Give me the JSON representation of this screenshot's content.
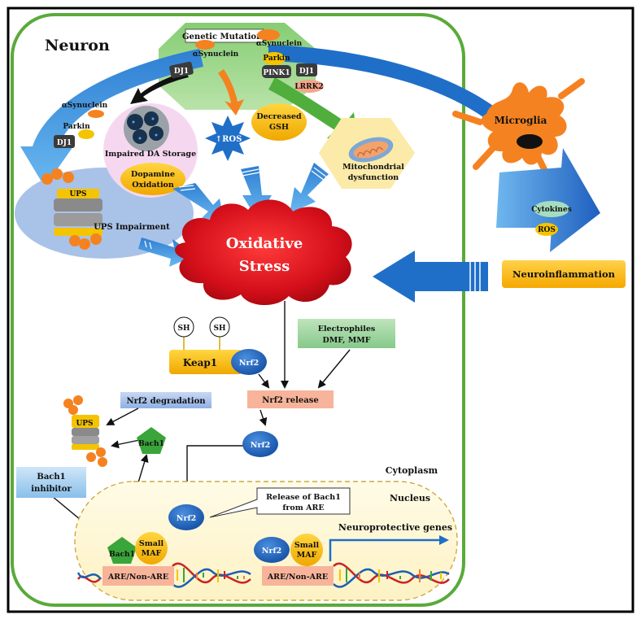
{
  "title": "Neuron",
  "genetic_mutations": "Genetic Mutations",
  "labels": {
    "asyn_top": "αSynuclein",
    "asyn_right": "αSynuclein",
    "parkin_right": "Parkin",
    "pink1": "PINK1",
    "dj1_right": "DJ1",
    "lrrk2": "LRRK2",
    "dj1_mid": "DJ1",
    "asyn_left": "αSynuclein",
    "parkin_left": "Parkin",
    "dj1_left": "DJ1",
    "impaired_da": "Impaired DA Storage",
    "dopamine_ox_1": "Dopamine",
    "dopamine_ox_2": "Oxidation",
    "ros_star": "↑ROS",
    "decreased_gsh_1": "Decreased",
    "decreased_gsh_2": "GSH",
    "mito_1": "Mitochondrial",
    "mito_2": "dysfunction",
    "ups_top": "UPS",
    "ups_impairment": "UPS Impairment",
    "oxidative_1": "Oxidative",
    "oxidative_2": "Stress",
    "microglia": "Microglia",
    "cytokines": "Cytokines",
    "ros_blue": "ROS",
    "neuroinflammation": "Neuroinflammation",
    "sh1": "SH",
    "sh2": "SH",
    "keap1": "Keap1",
    "nrf2_a": "Nrf2",
    "electrophiles_1": "Electrophiles",
    "electrophiles_2": "DMF, MMF",
    "nrf2_degradation": "Nrf2 degradation",
    "nrf2_release": "Nrf2 release",
    "ups_low": "UPS",
    "bach1_top": "Bach1",
    "nrf2_b": "Nrf2",
    "bach1_inhibitor_1": "Bach1",
    "bach1_inhibitor_2": "inhibitor",
    "cytoplasm": "Cytoplasm",
    "nucleus": "Nucleus",
    "release_bach1_1": "Release of Bach1",
    "release_bach1_2": "from ARE",
    "nrf2_c": "Nrf2",
    "neuroprotective": "Neuroprotective genes",
    "bach1_low": "Bach1",
    "small_maf_1a": "Small",
    "small_maf_1b": "MAF",
    "nrf2_d": "Nrf2",
    "small_maf_2a": "Small",
    "small_maf_2b": "MAF",
    "are_1": "ARE/Non-ARE",
    "are_2": "ARE/Non-ARE"
  },
  "colors": {
    "neuron_border": "#5aaa3a",
    "oxidative_red": "#d8141c",
    "arrow_blue": "#1f6fc8",
    "orange": "#f58220",
    "yellow": "#f5c400",
    "salmon": "#f7b49a",
    "green": "#4fae3c",
    "nrf2_blue": "#1b5fb5"
  }
}
